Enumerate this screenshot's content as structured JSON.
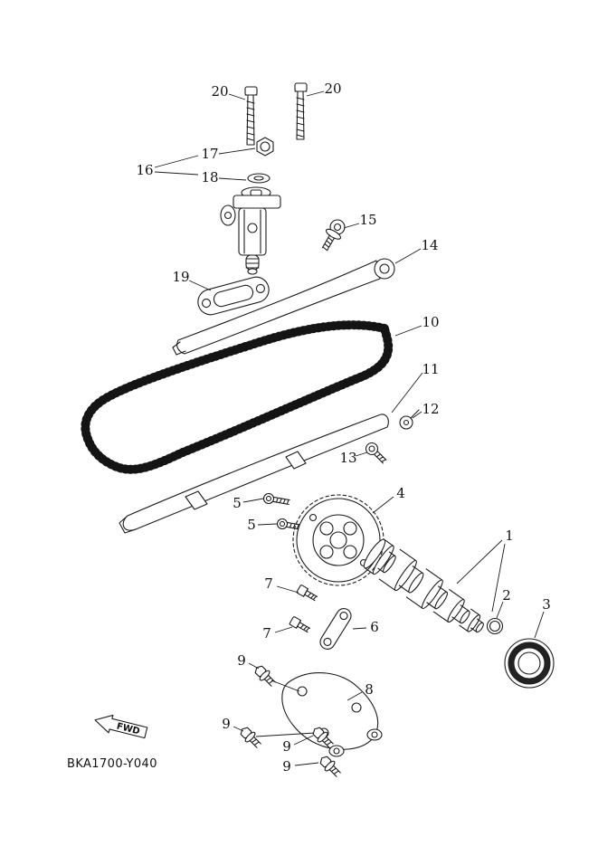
{
  "colors": {
    "ink": "#1c1c1c",
    "background": "#ffffff"
  },
  "diagram": {
    "code": "BKA1700-Y040",
    "fwd_label": "FWD",
    "callouts": [
      "20",
      "20",
      "17",
      "16",
      "18",
      "15",
      "14",
      "19",
      "10",
      "11",
      "12",
      "13",
      "5",
      "5",
      "4",
      "1",
      "2",
      "3",
      "7",
      "7",
      "6",
      "9",
      "8",
      "9",
      "9",
      "9"
    ]
  }
}
